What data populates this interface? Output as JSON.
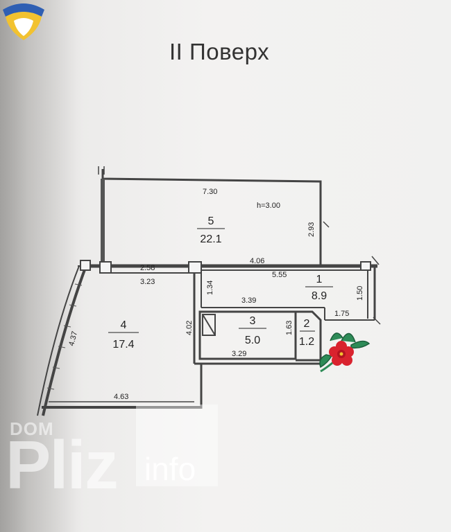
{
  "title": "II Поверх",
  "rooms": [
    {
      "num": "5",
      "area": "22.1"
    },
    {
      "num": "1",
      "area": "8.9"
    },
    {
      "num": "4",
      "area": "17.4"
    },
    {
      "num": "3",
      "area": "5.0"
    },
    {
      "num": "2",
      "area": "1.2"
    }
  ],
  "height_label": "h=3.00",
  "dimensions": {
    "d730": "7.30",
    "d293": "2.93",
    "d406": "4.06",
    "d258": "2.58",
    "d323": "3.23",
    "d555": "5.55",
    "d150": "1.50",
    "d134": "1.34",
    "d339": "3.39",
    "d175": "1.75",
    "d437": "4.37",
    "d402": "4.02",
    "d163": "1.63",
    "d329": "3.29",
    "d463": "4.63"
  },
  "watermark": {
    "dom": "DOM",
    "pliz": "Pliz",
    "info": "info"
  },
  "colors": {
    "wall": "#444444",
    "paper": "#f1f1f0",
    "flower": "#d9232e",
    "leaf": "#2e8b57",
    "logo_blue": "#2f5fb3",
    "logo_yellow": "#f2c230"
  }
}
